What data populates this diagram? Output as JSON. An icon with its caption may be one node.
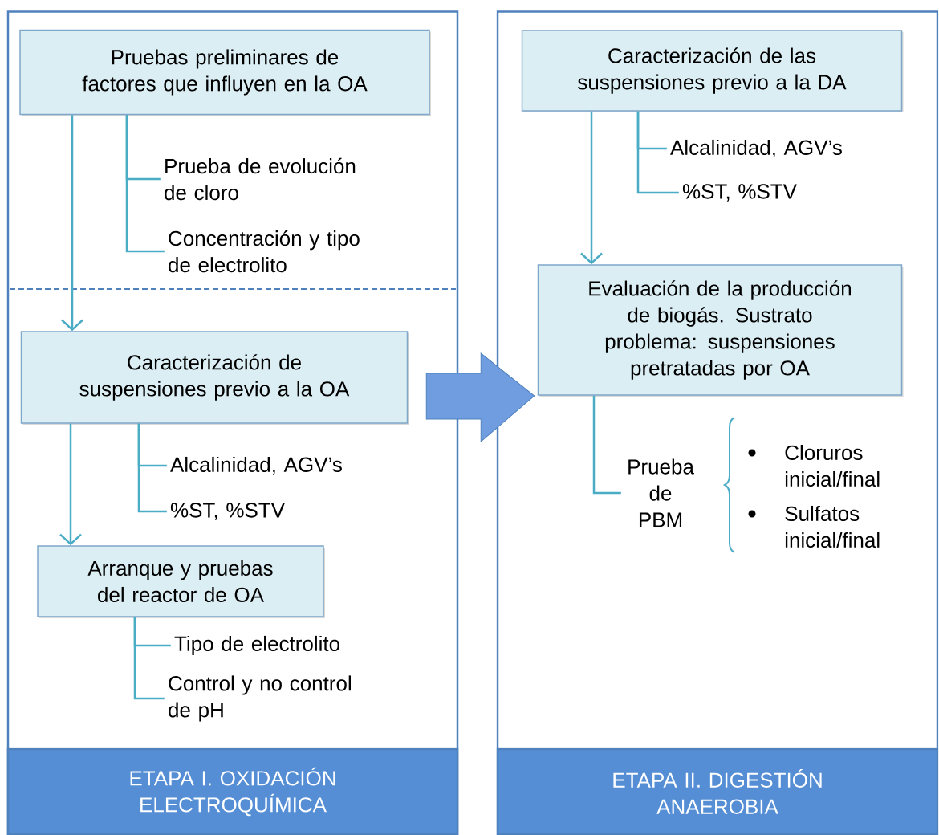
{
  "diagram": {
    "nodes": [
      {
        "text": [
          "ETAPA I. OXIDACIÓN ELECTROQUÍMICA"
        ]
      },
      {
        "text": [
          "Pruebas preliminares de factores que influyen en la OA"
        ],
        "in": 0
      },
      {
        "text": [
          "Prueba de evolución de cloro"
        ],
        "in": 0
      },
      {
        "text": [
          "Concentración y tipo de electrolito"
        ],
        "in": 0
      },
      {
        "text": [
          "Caracterización de suspensiones previo a la OA"
        ],
        "in": 0
      },
      {
        "text": [
          "Alcalinidad, AGV’s"
        ],
        "in": 0
      },
      {
        "text": [
          "%ST, %STV"
        ],
        "in": 0
      },
      {
        "text": [
          "Arranque y pruebas del reactor de OA"
        ],
        "in": 0
      },
      {
        "text": [
          "Tipo de electrolito"
        ],
        "in": 0
      },
      {
        "text": [
          "Control y no control de pH"
        ],
        "in": 0
      },
      {
        "text": [
          "ETAPA II. DIGESTIÓN ANAEROBIA"
        ]
      },
      {
        "text": [
          "Caracterización de las suspensiones previo a la DA"
        ],
        "in": 10
      },
      {
        "text": [
          "Alcalinidad, AGV’s"
        ],
        "in": 10
      },
      {
        "text": [
          "%ST, %STV"
        ],
        "in": 10
      },
      {
        "text": [
          "Evaluación de la producción de biogás. Sustrato problema: suspensiones pretratadas por OA"
        ],
        "in": 10
      },
      {
        "text": [
          "Prueba de PBM"
        ],
        "in": 10
      }
    ],
    "edges": [
      {
        "from": 1,
        "to": 4,
        "arrow": "to"
      },
      {
        "from": 1,
        "to": 2,
        "arrow": "none"
      },
      {
        "from": 1,
        "to": 3,
        "arrow": "none"
      },
      {
        "from": 4,
        "to": 7,
        "arrow": "to"
      },
      {
        "from": 4,
        "to": 5,
        "arrow": "none"
      },
      {
        "from": 4,
        "to": 6,
        "arrow": "none"
      },
      {
        "from": 7,
        "to": 8,
        "arrow": "none"
      },
      {
        "from": 7,
        "to": 9,
        "arrow": "none"
      },
      {
        "from": 0,
        "to": 10,
        "arrow": "to",
        "style": "thick",
        "color": "#6f9de0"
      },
      {
        "from": 11,
        "to": 14,
        "arrow": "to"
      },
      {
        "from": 11,
        "to": 12,
        "arrow": "none"
      },
      {
        "from": 11,
        "to": 13,
        "arrow": "none"
      },
      {
        "from": 14,
        "to": 15,
        "arrow": "none"
      }
    ],
    "labels": [
      "Cloruros inicial/final",
      "Sulfatos inicial/final"
    ]
  }
}
